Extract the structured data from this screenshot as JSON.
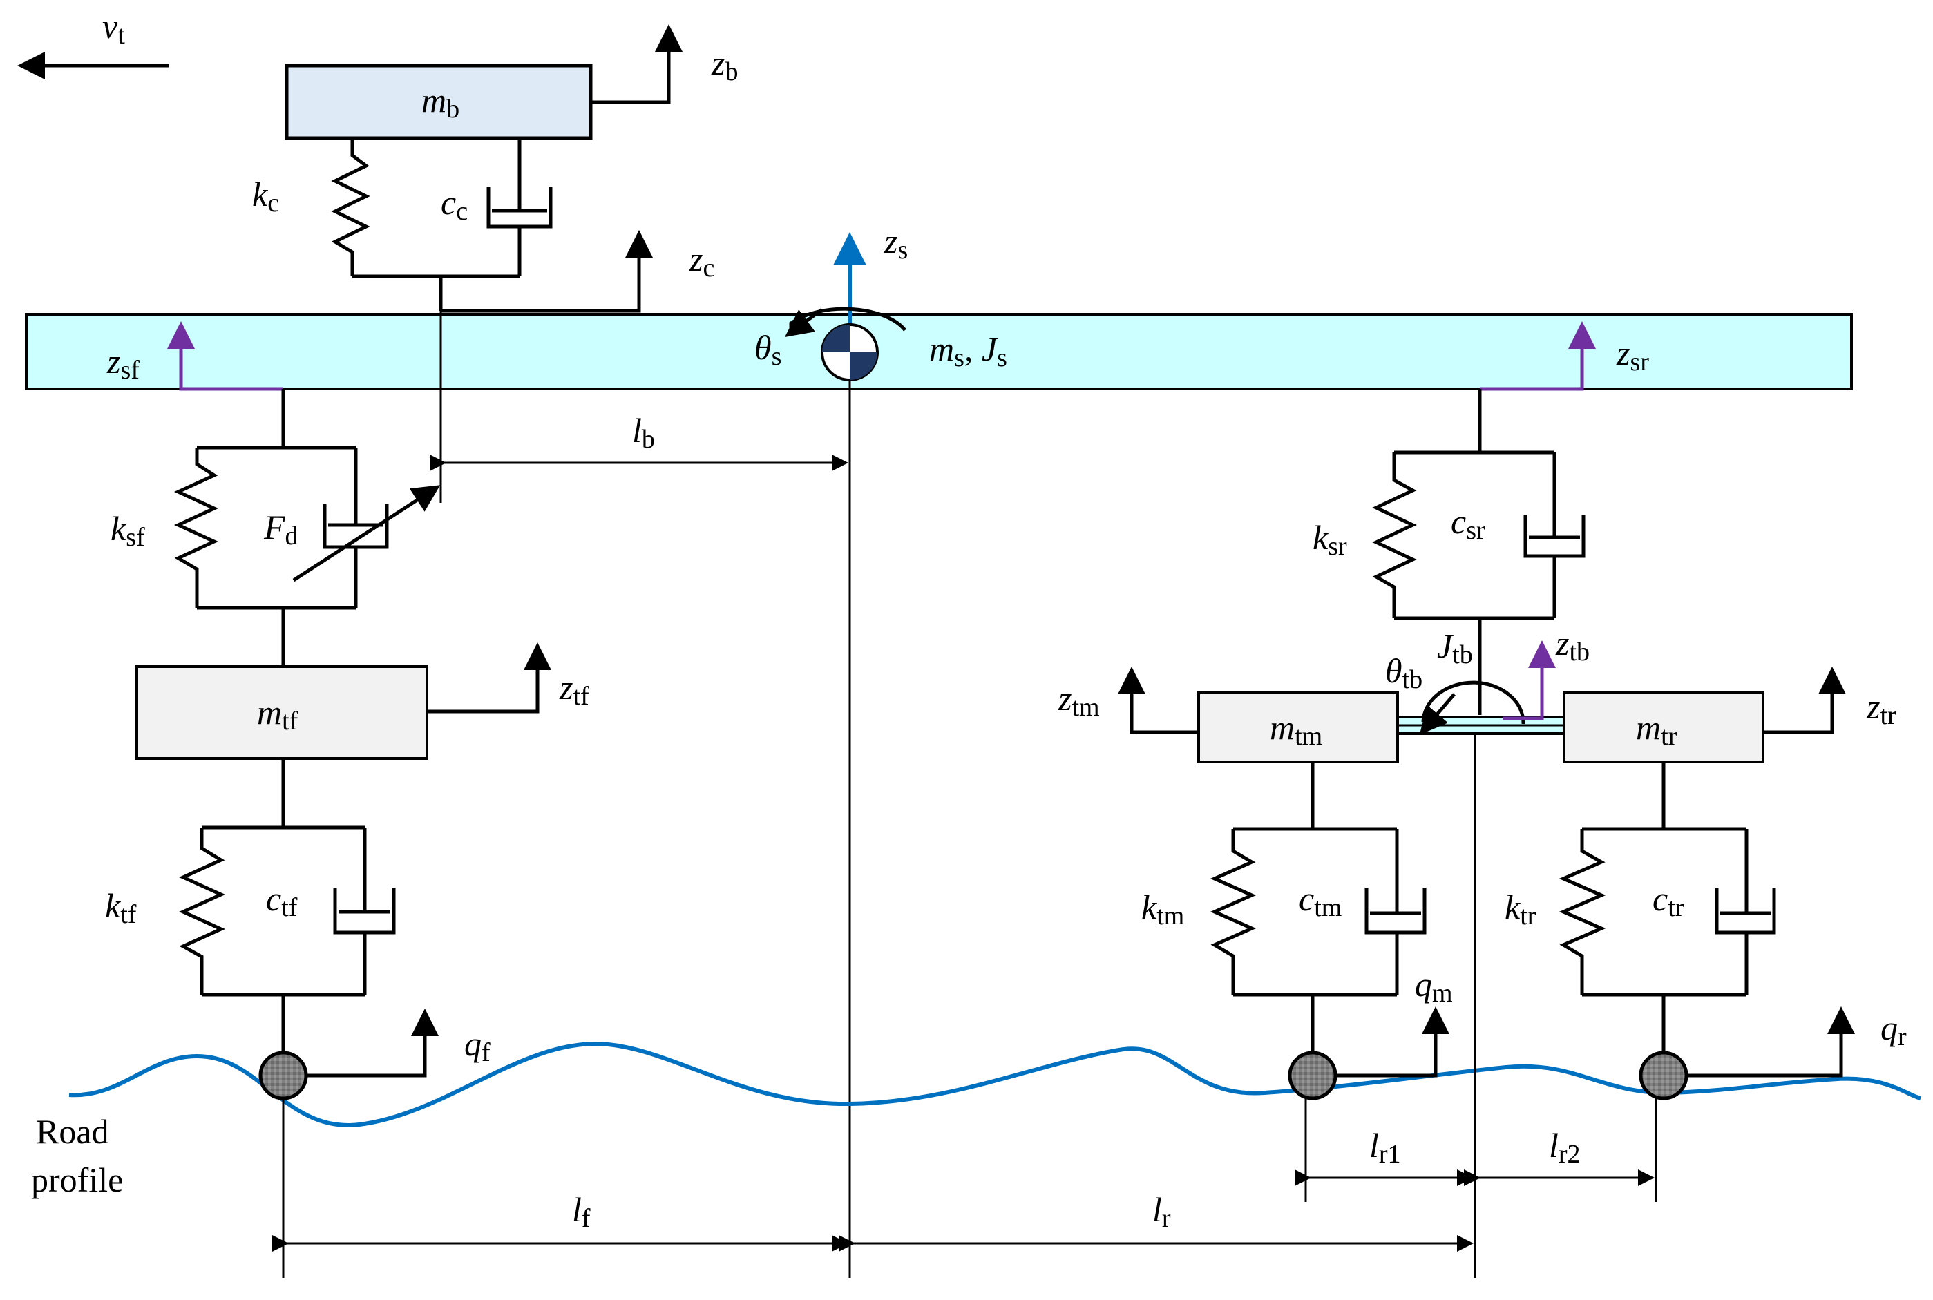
{
  "labels": {
    "vt": {
      "main": "v",
      "sub": "t"
    },
    "mb": {
      "main": "m",
      "sub": "b"
    },
    "zb": {
      "main": "z",
      "sub": "b"
    },
    "kc": {
      "main": "k",
      "sub": "c"
    },
    "cc": {
      "main": "c",
      "sub": "c"
    },
    "zc": {
      "main": "z",
      "sub": "c"
    },
    "zs": {
      "main": "z",
      "sub": "s"
    },
    "theta_s": {
      "main": "θ",
      "sub": "s"
    },
    "ms": {
      "main": "m",
      "sub": "s"
    },
    "Js": {
      "main": "J",
      "sub": "s"
    },
    "zsf": {
      "main": "z",
      "sub": "sf"
    },
    "zsr": {
      "main": "z",
      "sub": "sr"
    },
    "lb": {
      "main": "l",
      "sub": "b"
    },
    "ksf": {
      "main": "k",
      "sub": "sf"
    },
    "Fd": {
      "main": "F",
      "sub": "d"
    },
    "ksr": {
      "main": "k",
      "sub": "sr"
    },
    "csr": {
      "main": "c",
      "sub": "sr"
    },
    "mtf": {
      "main": "m",
      "sub": "tf"
    },
    "ztf": {
      "main": "z",
      "sub": "tf"
    },
    "ztb": {
      "main": "z",
      "sub": "tb"
    },
    "theta_tb": {
      "main": "θ",
      "sub": "tb"
    },
    "Jtb": {
      "main": "J",
      "sub": "tb"
    },
    "ztm": {
      "main": "z",
      "sub": "tm"
    },
    "mtm": {
      "main": "m",
      "sub": "tm"
    },
    "mtr": {
      "main": "m",
      "sub": "tr"
    },
    "ztr": {
      "main": "z",
      "sub": "tr"
    },
    "ktf": {
      "main": "k",
      "sub": "tf"
    },
    "ctf": {
      "main": "c",
      "sub": "tf"
    },
    "ktm": {
      "main": "k",
      "sub": "tm"
    },
    "ctm": {
      "main": "c",
      "sub": "tm"
    },
    "ktr": {
      "main": "k",
      "sub": "tr"
    },
    "ctr": {
      "main": "c",
      "sub": "tr"
    },
    "qf": {
      "main": "q",
      "sub": "f"
    },
    "qm": {
      "main": "q",
      "sub": "m"
    },
    "qr": {
      "main": "q",
      "sub": "r"
    },
    "lr1": {
      "main": "l",
      "sub": "r1"
    },
    "lr2": {
      "main": "l",
      "sub": "r2"
    },
    "lf": {
      "main": "l",
      "sub": "f"
    },
    "lr": {
      "main": "l",
      "sub": "r"
    }
  },
  "road_label": {
    "line1": "Road",
    "line2": "profile"
  },
  "colors": {
    "car_body": "#ccffff",
    "mb_block": "#deeaf6",
    "wheel_mass": "#f2f2f2",
    "road": "#0070c0",
    "zs_arrow": "#0070c0",
    "purple": "#7030a0",
    "cg_dark": "#1f3864"
  }
}
